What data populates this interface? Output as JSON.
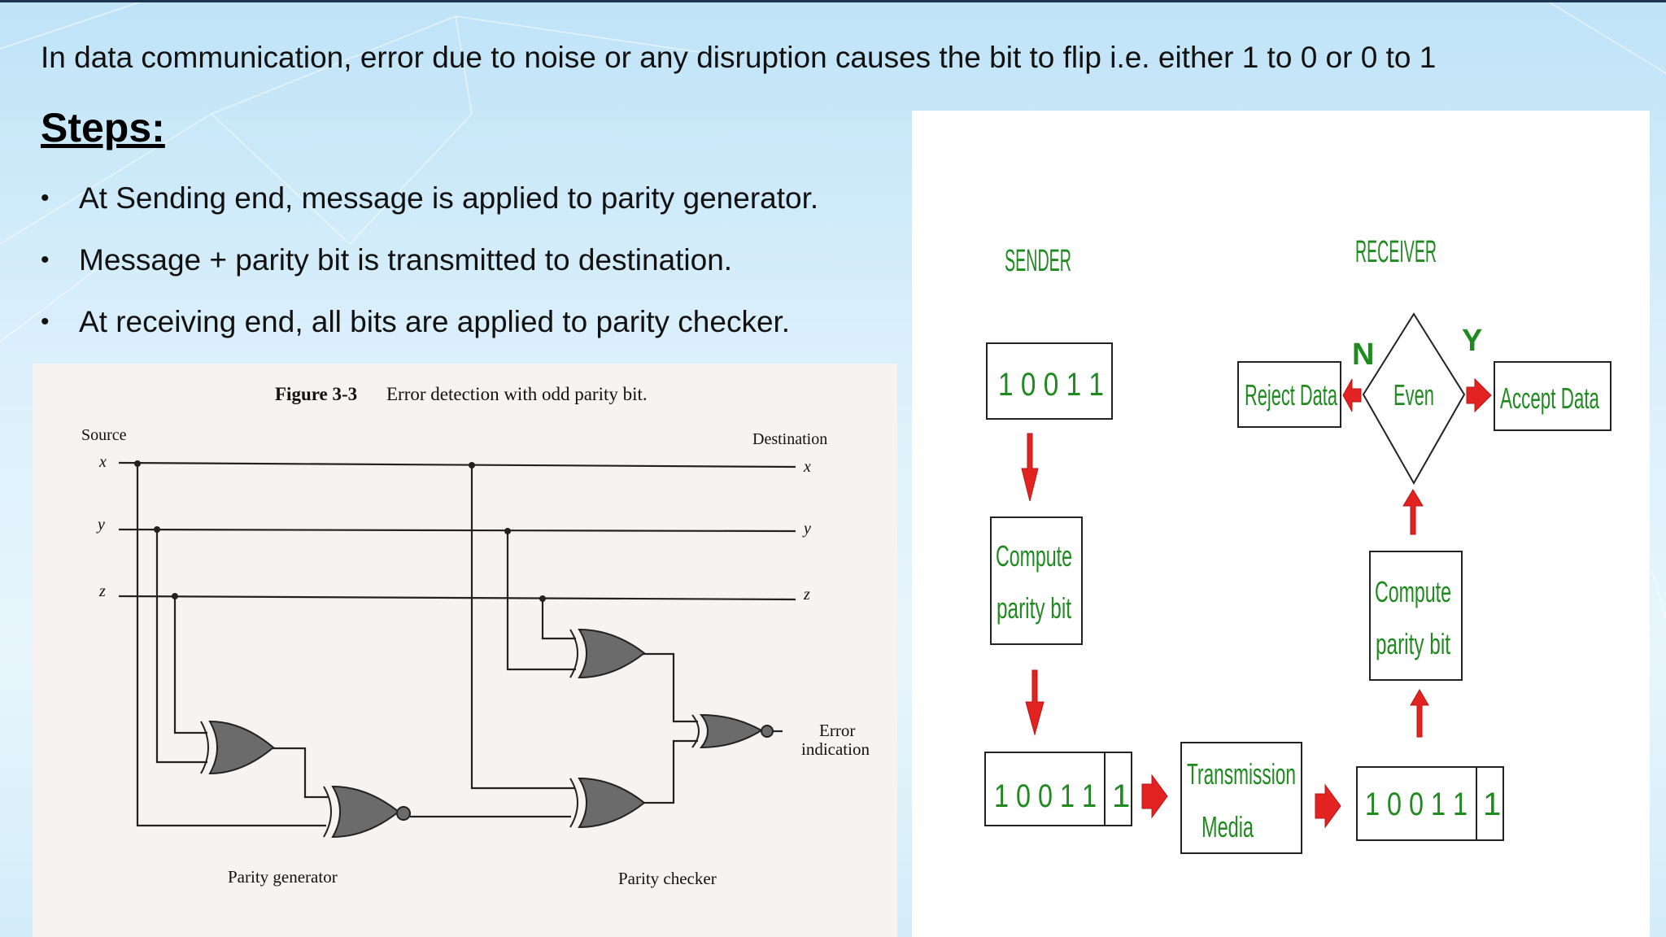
{
  "slide": {
    "intro": "In data communication, error due to noise or any disruption causes the bit to flip i.e. either 1 to 0 or 0 to 1",
    "steps_title": "Steps:",
    "bullets": [
      "At Sending end, message is applied to parity generator.",
      "Message + parity bit is transmitted to destination.",
      "At receiving end, all bits are applied to parity checker."
    ]
  },
  "circuit": {
    "figure_label": "Figure 3-3",
    "figure_title": "Error detection with odd parity bit.",
    "source_label": "Source",
    "destination_label": "Destination",
    "inputs": [
      "x",
      "y",
      "z"
    ],
    "outputs": [
      "x",
      "y",
      "z"
    ],
    "error_label_1": "Error",
    "error_label_2": "indication",
    "generator_label": "Parity generator",
    "checker_label": "Parity checker"
  },
  "flow": {
    "sender": "SENDER",
    "receiver": "RECEIVER",
    "message": "1 0 0 1 1",
    "compute_line1": "Compute",
    "compute_line2": "parity bit",
    "frame_bits": "1 0 0 1 1",
    "parity_bit": "1",
    "media_line1": "Transmission",
    "media_line2": "Media",
    "decision": "Even",
    "no_label": "N",
    "yes_label": "Y",
    "reject": "Reject Data",
    "accept": "Accept Data",
    "colors": {
      "text": "#1f8a1f",
      "arrow": "#e32222",
      "border": "#222222"
    }
  }
}
